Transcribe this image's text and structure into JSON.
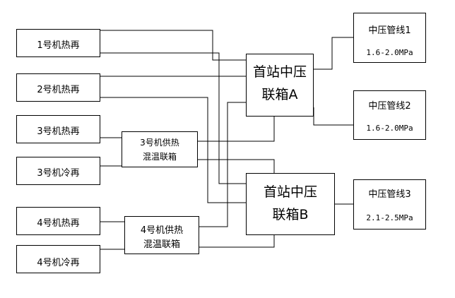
{
  "sources": {
    "unit1_hot": "1号机热再",
    "unit2_hot": "2号机热再",
    "unit3_hot": "3号机热再",
    "unit3_cold": "3号机冷再",
    "unit4_hot": "4号机热再",
    "unit4_cold": "4号机冷再"
  },
  "mixers": {
    "unit3": {
      "line1": "3号机供热",
      "line2": "混温联箱"
    },
    "unit4": {
      "line1": "4号机供热",
      "line2": "混温联箱"
    }
  },
  "headers": {
    "a": {
      "line1": "首站中压",
      "line2": "联箱A"
    },
    "b": {
      "line1": "首站中压",
      "line2": "联箱B"
    }
  },
  "pipes": [
    {
      "name": "中压管线1",
      "range": "1.6-2.0MPa"
    },
    {
      "name": "中压管线2",
      "range": "1.6-2.0MPa"
    },
    {
      "name": "中压管线3",
      "range": "2.1-2.5MPa"
    }
  ]
}
